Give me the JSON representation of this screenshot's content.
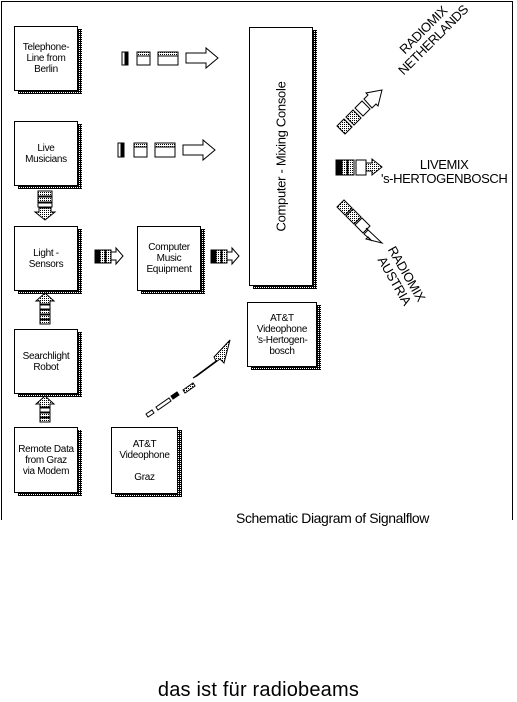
{
  "boxes": {
    "telephone": "Telephone-\nLine from\nBerlin",
    "musicians": "Live\nMusicians",
    "sensors": "Light -\nSensors",
    "robot": "Searchlight\nRobot",
    "remote": "Remote Data\nfrom Graz\nvia Modem",
    "computer_music": "Computer\nMusic\nEquipment",
    "console": "Computer - Mixing Console",
    "videophone_hb": "AT&T\nVideophone\n's-Hertogen-\nbosch",
    "videophone_graz": "AT&T\nVideophone\n\nGraz"
  },
  "outputs": {
    "netherlands": "RADIOMIX\nNETHERLANDS",
    "livemix": "LIVEMIX\n's-HERTOGENBOSCH",
    "austria": "RADIOMIX\nAUSTRIA"
  },
  "caption": "Schematic Diagram of Signalflow",
  "footer": "das ist für radiobeams"
}
